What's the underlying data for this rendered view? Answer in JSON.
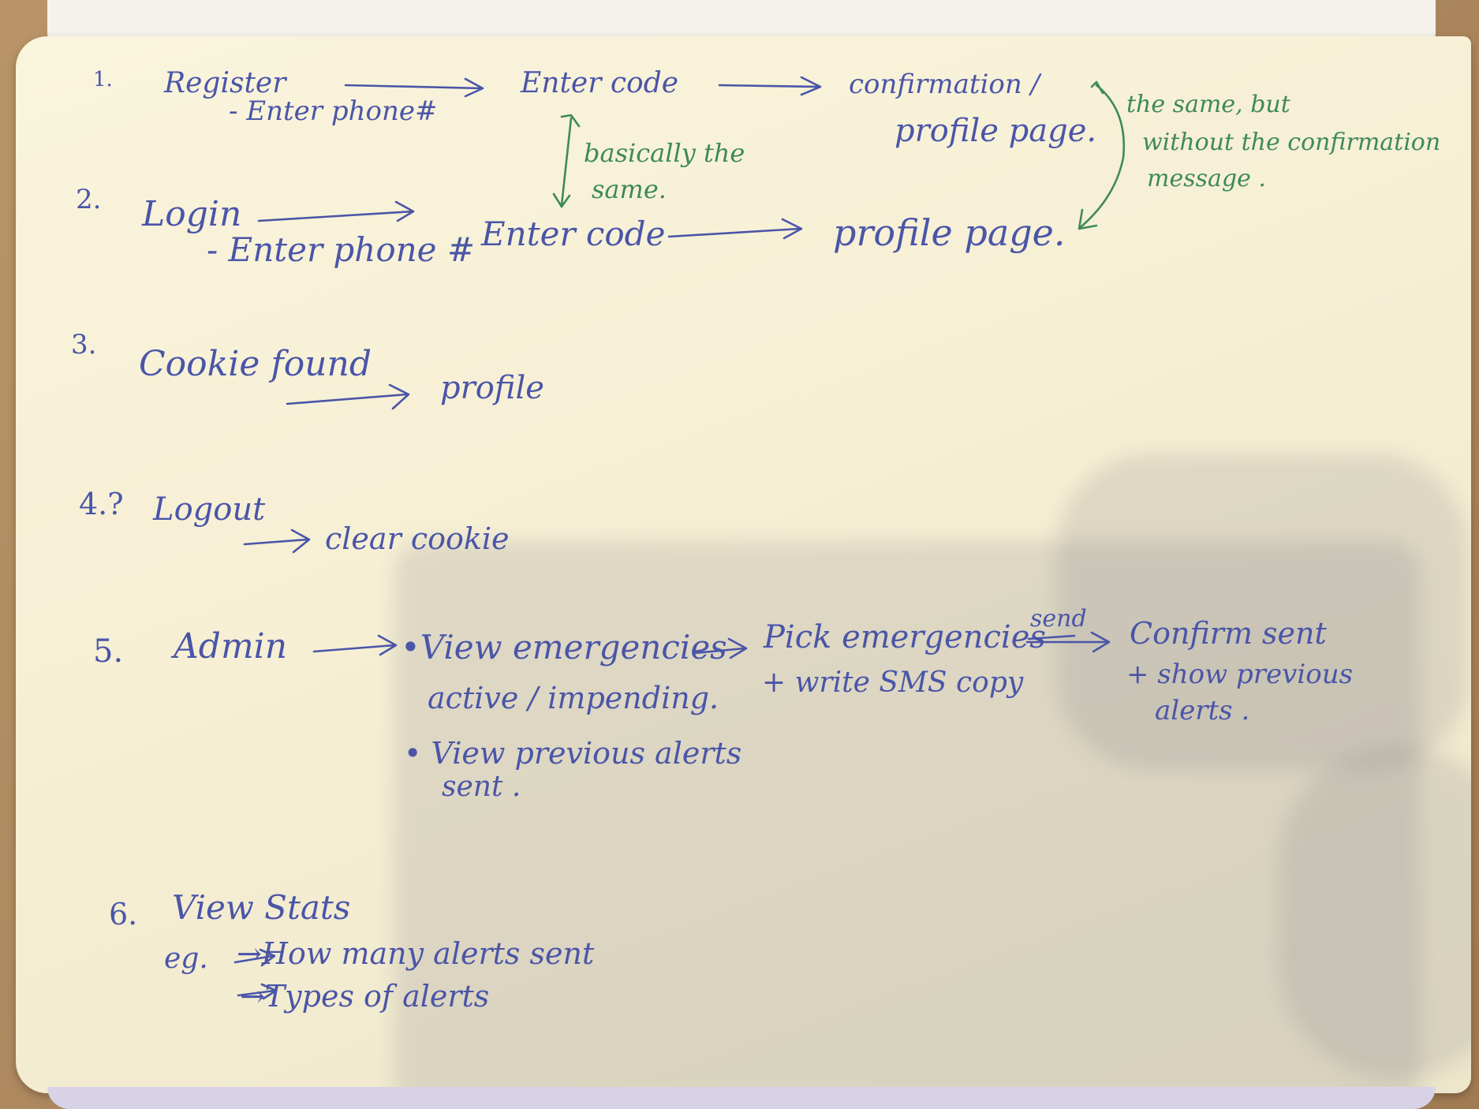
{
  "flow": {
    "step1": {
      "number": "1.",
      "action": "Register",
      "sub": "- Enter phone#",
      "next": "Enter code",
      "result_line1": "confirmation /",
      "result_line2": "profile page."
    },
    "note_between_1_2": {
      "line1": "basically the",
      "line2": "same."
    },
    "note_right": {
      "line1": "the same, but",
      "line2": "without the confirmation",
      "line3": "message ."
    },
    "step2": {
      "number": "2.",
      "action": "Login",
      "sub": "- Enter phone #",
      "next": "Enter code",
      "result": "profile page."
    },
    "step3": {
      "number": "3.",
      "action": "Cookie found",
      "result": "profile"
    },
    "step4": {
      "number": "4.?",
      "action": "Logout",
      "result": "clear cookie"
    },
    "step5": {
      "number": "5.",
      "action": "Admin",
      "option1_line1": "•View emergencies",
      "option1_line2": "active / impending.",
      "option2_line1": "• View previous alerts",
      "option2_line2": "sent .",
      "next_line1": "Pick emergencies",
      "next_line2": "+ write SMS copy",
      "send_label": "send",
      "final_line1": "Confirm sent",
      "final_line2": "+ show previous",
      "final_line3": "alerts ."
    },
    "step6": {
      "number": "6.",
      "action": "View Stats",
      "eg": "eg.",
      "item1": "→How many alerts sent",
      "item2": "→Types of alerts"
    }
  },
  "colors": {
    "ink_blue": "#4a55a8",
    "ink_green": "#3e8a5a",
    "paper": "#f9f4dc"
  }
}
